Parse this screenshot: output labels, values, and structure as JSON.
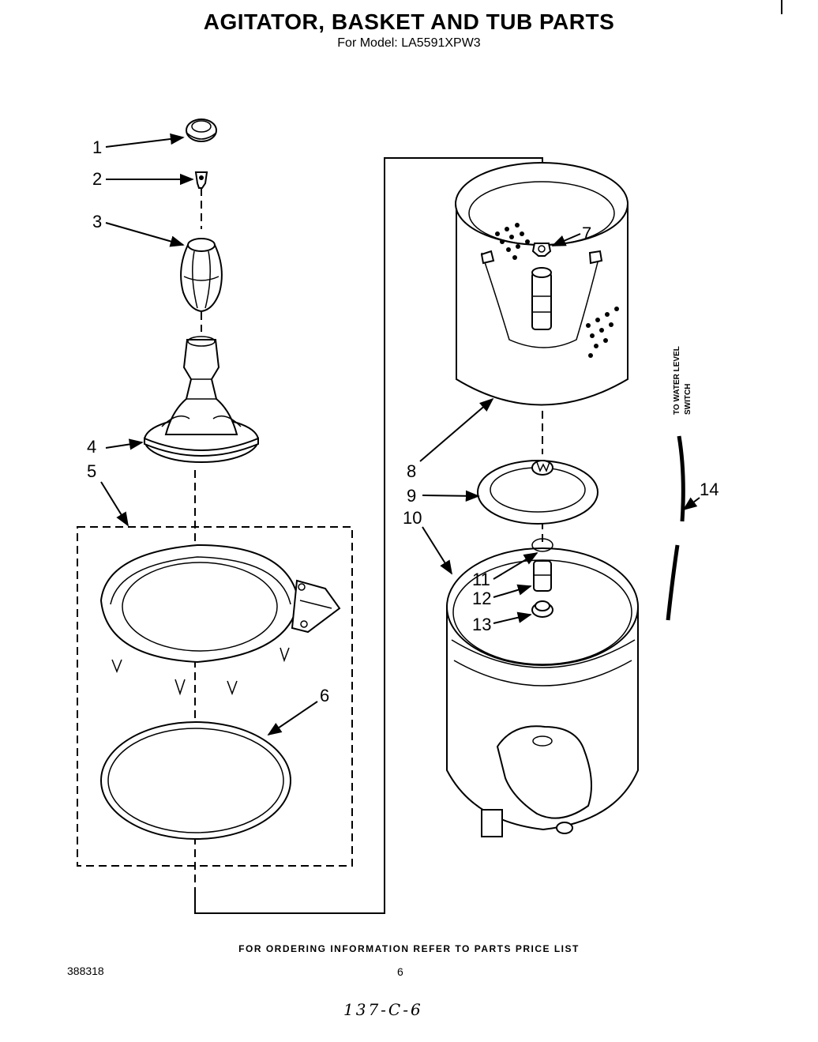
{
  "header": {
    "title": "AGITATOR, BASKET AND TUB PARTS",
    "subtitle": "For Model: LA5591XPW3"
  },
  "callouts": [
    "1",
    "2",
    "3",
    "4",
    "5",
    "6",
    "7",
    "8",
    "9",
    "10",
    "11",
    "12",
    "13",
    "14"
  ],
  "side_note": [
    "TO WATER LEVEL",
    "SWITCH"
  ],
  "footer": {
    "ordering_note": "FOR ORDERING INFORMATION REFER TO PARTS PRICE LIST",
    "doc_number": "388318",
    "page_number": "6",
    "handwritten": "137-C-6"
  }
}
